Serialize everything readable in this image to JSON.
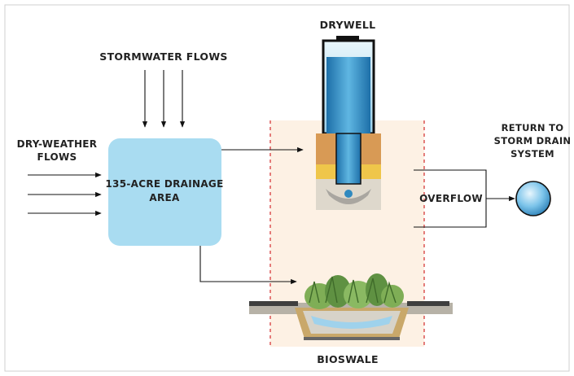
{
  "labels": {
    "stormwater": "STORMWATER FLOWS",
    "dry_weather_line1": "DRY-WEATHER",
    "dry_weather_line2": "FLOWS",
    "drainage_line1": "135-ACRE DRAINAGE",
    "drainage_line2": "AREA",
    "drywell": "DRYWELL",
    "overflow": "OVERFLOW",
    "return_line1": "RETURN TO",
    "return_line2": "STORM DRAIN",
    "return_line3": "SYSTEM",
    "bioswale": "BIOSWALE"
  },
  "colors": {
    "drainage_area": "#a9dcf1",
    "treatment_zone": "#fdf1e4",
    "zone_border": "#d63a3a",
    "water": "#2f89bf",
    "soil_upper": "#d89a55",
    "soil_band": "#efc64a",
    "gravel": "#c9c5bb",
    "vegetation": "#6e9e4c",
    "outline": "#111111"
  }
}
